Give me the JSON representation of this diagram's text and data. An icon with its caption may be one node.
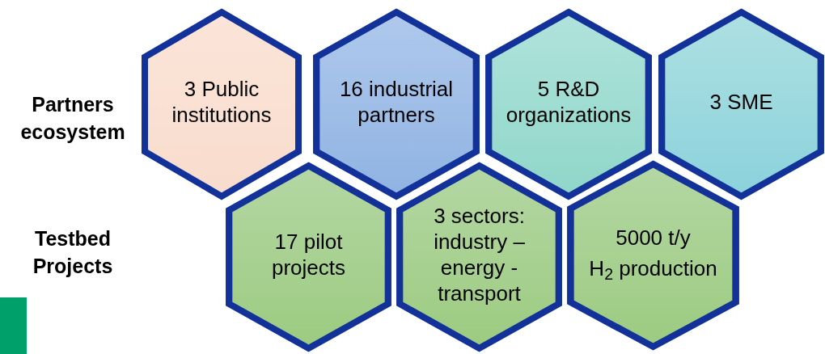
{
  "diagram": {
    "nodes": [
      {
        "text": [
          "3 Public institutions"
        ]
      },
      {
        "text": [
          "16 industrial partners"
        ]
      },
      {
        "text": [
          "5 R&D organizations"
        ]
      },
      {
        "text": [
          "3 SME"
        ]
      },
      {
        "text": [
          "17 pilot projects"
        ]
      },
      {
        "text": [
          "3 sectors: industry – energy - transport"
        ]
      },
      {
        "text": [
          "5000 t/y",
          "H$_{2}$ production"
        ]
      }
    ],
    "labels": [
      "Partners ecosystem",
      "Testbed Projects"
    ]
  }
}
